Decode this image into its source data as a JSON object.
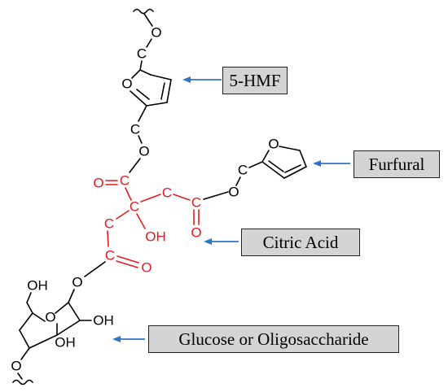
{
  "labels": {
    "hmf": "5-HMF",
    "furfural": "Furfural",
    "citric_acid": "Citric Acid",
    "glucose": "Glucose or Oligosaccharide"
  },
  "atoms": {
    "O": "O",
    "C": "C",
    "OH": "OH"
  },
  "colors": {
    "citric_acid_segment": "#e8191e",
    "structure": "#000000",
    "arrow": "#2e75c8",
    "label_fill": "#d4d4d4"
  }
}
